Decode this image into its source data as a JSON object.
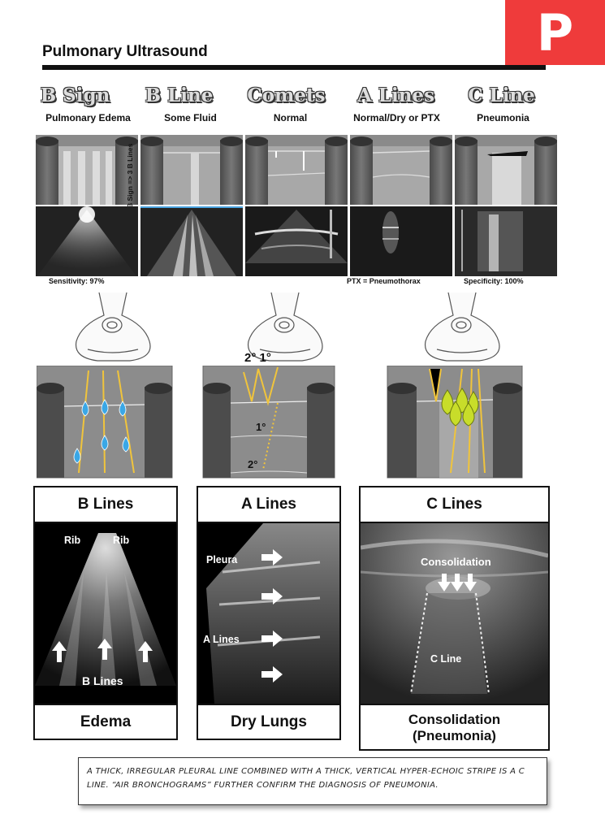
{
  "badge": "P",
  "title": "Pulmonary Ultrasound",
  "columns": [
    {
      "heading": "B Sign",
      "sub": "Pulmonary Edema"
    },
    {
      "heading": "B Line",
      "sub": "Some Fluid"
    },
    {
      "heading": "Comets",
      "sub": "Normal"
    },
    {
      "heading": "A Lines",
      "sub": "Normal/Dry or PTX"
    },
    {
      "heading": "C Line",
      "sub": "Pneumonia"
    }
  ],
  "vertical_label": "B Sign => 3 B Lines",
  "notes": {
    "sensitivity": "Sensitivity: 97%",
    "ptx": "PTX = Pneumothorax",
    "specificity": "Specificity: 100%"
  },
  "diagram_labels": {
    "top": "2° 1°",
    "mid": "1°",
    "bottom": "2°"
  },
  "panels": [
    {
      "heading": "B Lines",
      "footer": "Edema",
      "labels": {
        "rib_left": "Rib",
        "rib_right": "Rib",
        "lines": "B Lines"
      }
    },
    {
      "heading": "A Lines",
      "footer": "Dry Lungs",
      "labels": {
        "pleura": "Pleura",
        "lines": "A Lines"
      }
    },
    {
      "heading": "C Lines",
      "footer_1": "Consolidation",
      "footer_2": "(Pneumonia)",
      "labels": {
        "consolidation": "Consolidation",
        "line": "C Line"
      }
    }
  ],
  "footnote": "A thick, irregular pleural line combined with a thick, vertical hyper-echoic stripe is a C line. “Air bronchograms” further confirm the diagnosis of pneumonia."
}
